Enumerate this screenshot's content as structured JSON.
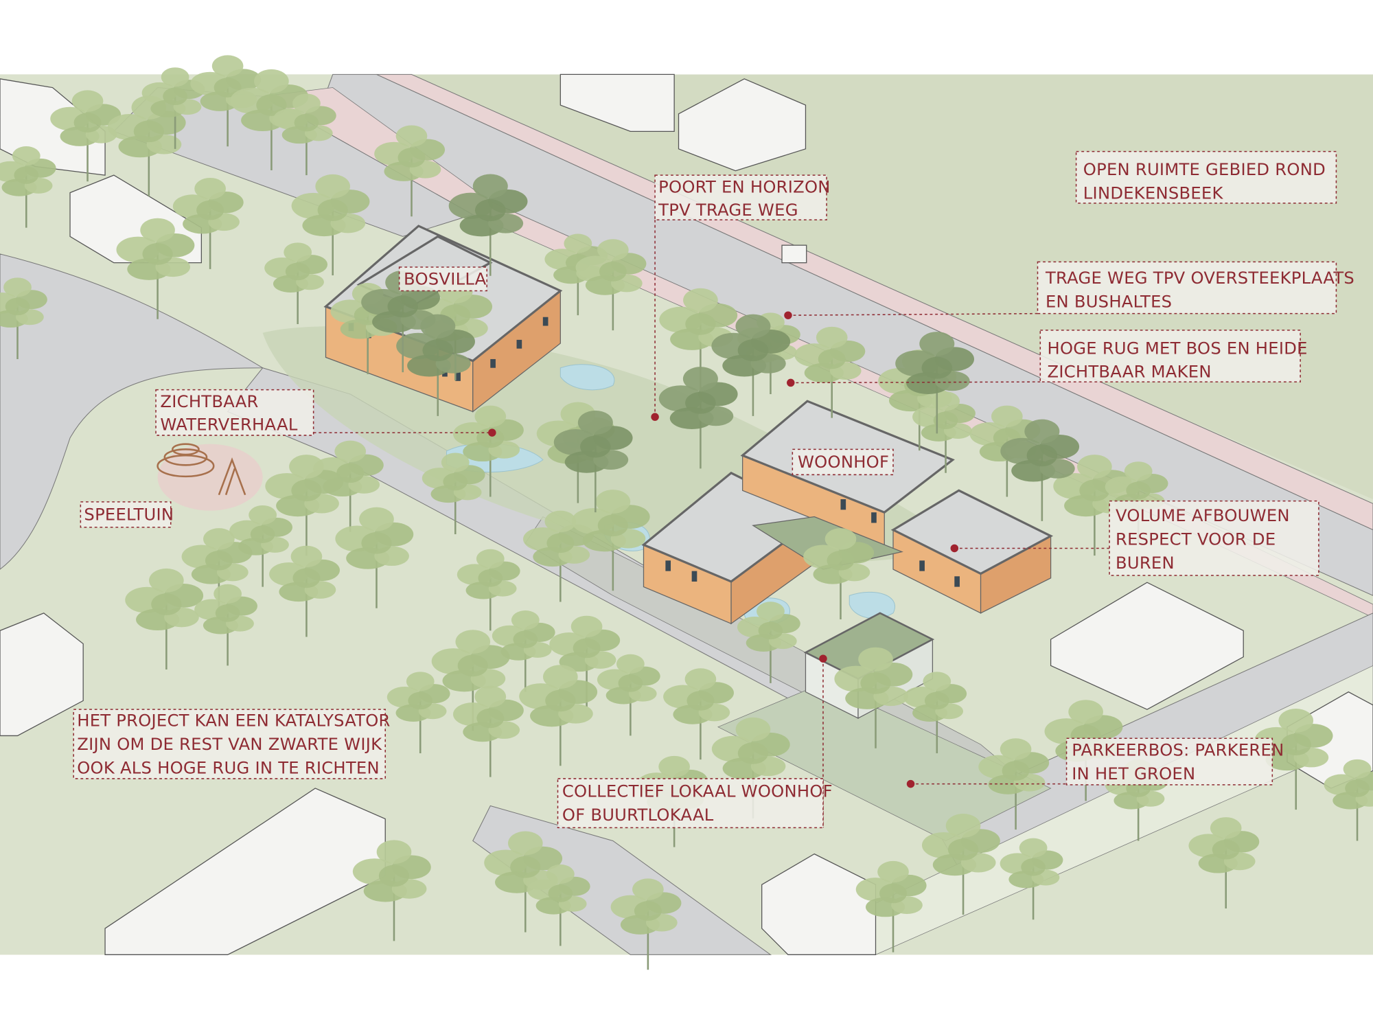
{
  "title": "Axonometrie masterplan Hoge Rug",
  "colors": {
    "label_text": "#8e2b33",
    "marker": "#a0232f",
    "grass": "#d3dbc2",
    "road": "#d2d3d5",
    "slow_path": "#e9d4d4",
    "facade": "#ebb47e",
    "tree_light": "#a9bf88",
    "tree_dark": "#7e9568",
    "water": "#bcdde6"
  },
  "labels": {
    "poort": {
      "line1": "POORT EN HORIZON",
      "line2": "TPV TRAGE WEG"
    },
    "open_ruimte": {
      "line1": "OPEN RUIMTE GEBIED ROND",
      "line2": "LINDEKENSBEEK"
    },
    "trage_weg": {
      "line1": "TRAGE WEG TPV OVERSTEEKPLAATS",
      "line2": "EN BUSHALTES"
    },
    "hoge_rug": {
      "line1": "HOGE RUG MET BOS EN HEIDE",
      "line2": "ZICHTBAAR MAKEN"
    },
    "bosvilla": {
      "line1": "BOSVILLA"
    },
    "waterverhaal": {
      "line1": "ZICHTBAAR",
      "line2": "WATERVERHAAL"
    },
    "woonhof": {
      "line1": "WOONHOF"
    },
    "speeltuin": {
      "line1": "SPEELTUIN"
    },
    "volume": {
      "line1": "VOLUME AFBOUWEN",
      "line2": "RESPECT VOOR DE",
      "line3": "BUREN"
    },
    "katalysator": {
      "line1": "HET PROJECT KAN EEN KATALYSATOR",
      "line2": "ZIJN OM DE REST VAN ZWARTE WIJK",
      "line3": "OOK ALS HOGE RUG IN TE RICHTEN"
    },
    "collectief": {
      "line1": "COLLECTIEF LOKAAL WOONHOF",
      "line2": "OF BUURTLOKAAL"
    },
    "parkeerbos": {
      "line1": "PARKEERBOS: PARKEREN",
      "line2": "IN HET GROEN"
    }
  }
}
